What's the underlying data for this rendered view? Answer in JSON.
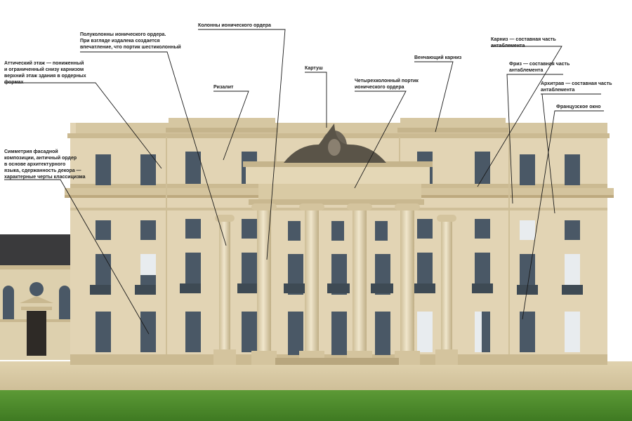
{
  "labels": {
    "attic": [
      "Аттический этаж — пониженный",
      "и ограниченный снизу карнизом",
      "верхний этаж здания в ордерных",
      "формах"
    ],
    "semicolumns": [
      "Полуколонны ионического ордера.",
      "При взгляде издалека создается",
      "впечатление, что портик шестиколонный"
    ],
    "ionic_columns": [
      "Колонны ионического ордера"
    ],
    "risalit": [
      "Ризалит"
    ],
    "cartouche": [
      "Картуш"
    ],
    "portico": [
      "Четырехколонный портик",
      "ионического ордера"
    ],
    "crowning_cornice": [
      "Венчающий карниз"
    ],
    "cornice": [
      "Карниз — составная часть",
      "антаблемента"
    ],
    "frieze": [
      "Фриз — составная часть",
      "антаблемента"
    ],
    "architrave": [
      "Архитрав — составная часть",
      "антаблемента"
    ],
    "french_window": [
      "Французское окно"
    ],
    "symmetry": [
      "Симметрия фасадной",
      "композиции, античный ордер",
      "в основе архитектурного",
      "языка, сдержанность декора —",
      "характерные черты классицизма"
    ]
  },
  "colors": {
    "stone": "#e2d4b4",
    "stone_light": "#ece0c4",
    "stone_dark": "#c9b890",
    "window": "#4a5866",
    "roof": "#3a3a3c",
    "grass": "#4c8a2c",
    "gravel": "#d8c9a4",
    "leader": "#1a1a1a"
  }
}
